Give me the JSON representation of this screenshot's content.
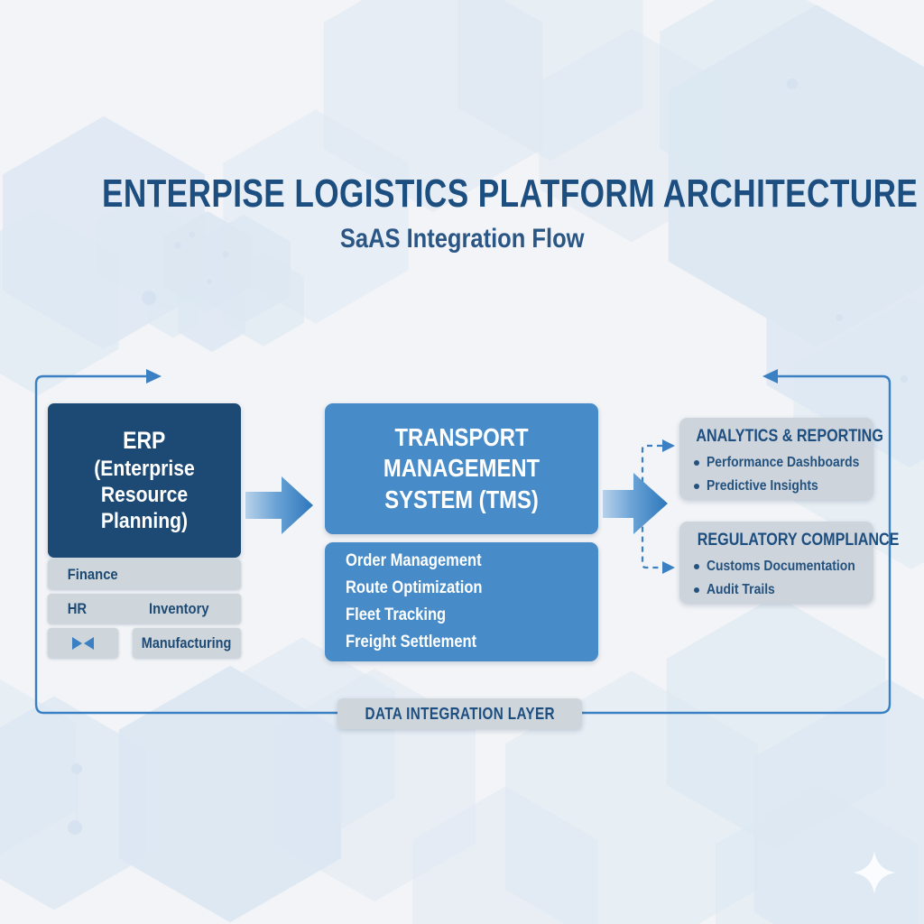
{
  "header": {
    "title": "ENTERPISE LOGISTICS PLATFORM ARCHITECTURE",
    "subtitle": "SaAS Integration Flow"
  },
  "erp": {
    "title": "ERP",
    "subtitle": "(Enterprise Resource Planning)",
    "modules": [
      "Finance",
      "HR",
      "Inventory",
      "Manufacturing"
    ],
    "icon": "twin-triangles-icon"
  },
  "tms": {
    "title": "TRANSPORT MANAGEMENT SYSTEM (TMS)",
    "features": [
      "Order Management",
      "Route Optimization",
      "Fleet Tracking",
      "Freight Settlement"
    ]
  },
  "analytics": {
    "title": "ANALYTICS & REPORTING",
    "items": [
      "Performance Dashboards",
      "Predictive Insights"
    ]
  },
  "compliance": {
    "title": "REGULATORY COMPLIANCE",
    "items": [
      "Customs Documentation",
      "Audit Trails"
    ]
  },
  "integration_layer": {
    "label": "DATA INTEGRATION LAYER"
  },
  "colors": {
    "background": "#f2f4f7",
    "navy_box": "#1d4a74",
    "blue_box": "#478cc8",
    "accent_line": "#3a80c2",
    "panel_gray": "#ced5db",
    "heading_navy": "#1d4e80",
    "hex_pattern": "#dce7f2"
  }
}
